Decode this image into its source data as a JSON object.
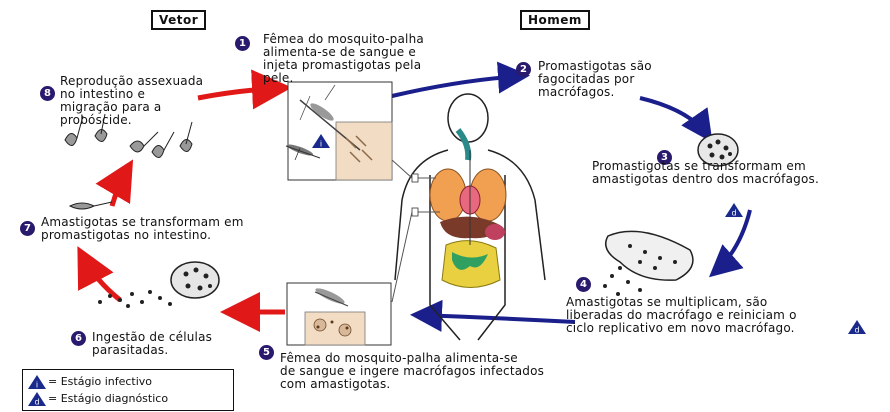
{
  "headers": {
    "vetor": "Vetor",
    "homem": "Homem"
  },
  "steps": [
    {
      "n": "1",
      "text": "Fêmea do mosquito-palha\nalimenta-se de sangue e\ninjeta promastigotas pela\npele."
    },
    {
      "n": "2",
      "text": "Promastigotas são\nfagocitadas por\nmacrófagos."
    },
    {
      "n": "3",
      "text": "Promastigotas se transformam em\namastigotas dentro dos macrófagos."
    },
    {
      "n": "4",
      "text": "Amastigotas se multiplicam, são\nliberadas do macrófago e reiniciam o\nciclo replicativo em novo macrófago."
    },
    {
      "n": "5",
      "text": "Fêmea do mosquito-palha alimenta-se\nde sangue e ingere macrófagos infectados\ncom amastigotas."
    },
    {
      "n": "6",
      "text": "Ingestão de células\nparasitadas."
    },
    {
      "n": "7",
      "text": "Amastigotas se transformam em\npromastigotas no intestino."
    },
    {
      "n": "8",
      "text": "Reprodução assexuada\nno intestino e\nmigração para a\nprobóscide."
    }
  ],
  "stage_marks": {
    "infective": "i",
    "diagnostic": "d"
  },
  "legend": {
    "infective_label": "= Estágio infectivo",
    "diagnostic_label": "= Estágio diagnóstico"
  },
  "colors": {
    "human_cycle_arrow": "#1a1f8c",
    "vector_cycle_arrow": "#e01818",
    "step_badge": "#2a1a6e",
    "stage_triangle": "#1a2a8c"
  },
  "icons": [
    "mosquito-feeding-image",
    "mosquito-ingesting-image",
    "human-anatomy-figure",
    "macrophage-cell",
    "amastigote-cluster",
    "promastigote-group"
  ]
}
